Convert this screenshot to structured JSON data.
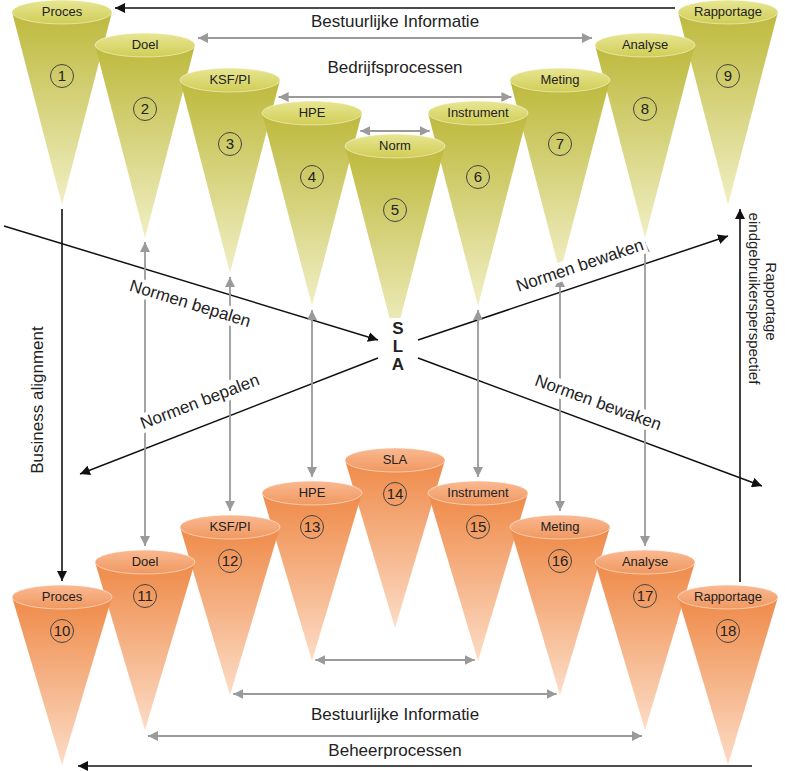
{
  "diagram": {
    "nodes": [
      {
        "text": [
          "Proces",
          "1"
        ]
      },
      {
        "text": [
          "Doel",
          "2"
        ]
      },
      {
        "text": [
          "KSF/PI",
          "3"
        ]
      },
      {
        "text": [
          "HPE",
          "4"
        ]
      },
      {
        "text": [
          "Norm",
          "5"
        ]
      },
      {
        "text": [
          "Instrument",
          "6"
        ]
      },
      {
        "text": [
          "Meting",
          "7"
        ]
      },
      {
        "text": [
          "Analyse",
          "8"
        ]
      },
      {
        "text": [
          "Rapportage",
          "9"
        ]
      },
      {
        "text": [
          "Proces",
          "10"
        ]
      },
      {
        "text": [
          "Doel",
          "11"
        ]
      },
      {
        "text": [
          "KSF/PI",
          "12"
        ]
      },
      {
        "text": [
          "HPE",
          "13"
        ]
      },
      {
        "text": [
          "SLA",
          "14"
        ]
      },
      {
        "text": [
          "Instrument",
          "15"
        ]
      },
      {
        "text": [
          "Meting",
          "16"
        ]
      },
      {
        "text": [
          "Analyse",
          "17"
        ]
      },
      {
        "text": [
          "Rapportage",
          "18"
        ]
      }
    ],
    "edges": [
      {
        "from": 8,
        "to": 0,
        "arrow": "to"
      },
      {
        "from": 1,
        "to": 7,
        "arrow": "both"
      },
      {
        "from": 2,
        "to": 6,
        "arrow": "both"
      },
      {
        "from": 3,
        "to": 5,
        "arrow": "both"
      },
      {
        "from": 1,
        "to": 10,
        "arrow": "both"
      },
      {
        "from": 2,
        "to": 11,
        "arrow": "both"
      },
      {
        "from": 3,
        "to": 12,
        "arrow": "both"
      },
      {
        "from": 5,
        "to": 14,
        "arrow": "both"
      },
      {
        "from": 6,
        "to": 15,
        "arrow": "both"
      },
      {
        "from": 7,
        "to": 16,
        "arrow": "both"
      },
      {
        "from": 0,
        "to": 9,
        "arrow": "to",
        "label": "Business alignment"
      },
      {
        "from": 17,
        "to": 8,
        "arrow": "to",
        "label": "Rapportage eindgebruikersperspectief"
      },
      {
        "from": 12,
        "to": 14,
        "arrow": "both"
      },
      {
        "from": 11,
        "to": 15,
        "arrow": "both"
      },
      {
        "from": 10,
        "to": 16,
        "arrow": "both"
      },
      {
        "from": 17,
        "to": 9,
        "arrow": "to"
      }
    ],
    "labels": [
      "Bestuurlijke Informatie",
      "Bedrijfsprocessen",
      "Normen bepalen",
      "Normen bewaken",
      "S L A",
      "Normen bepalen",
      "Normen bewaken",
      "Bestuurlijke Informatie",
      "Beheerprocessen"
    ]
  }
}
